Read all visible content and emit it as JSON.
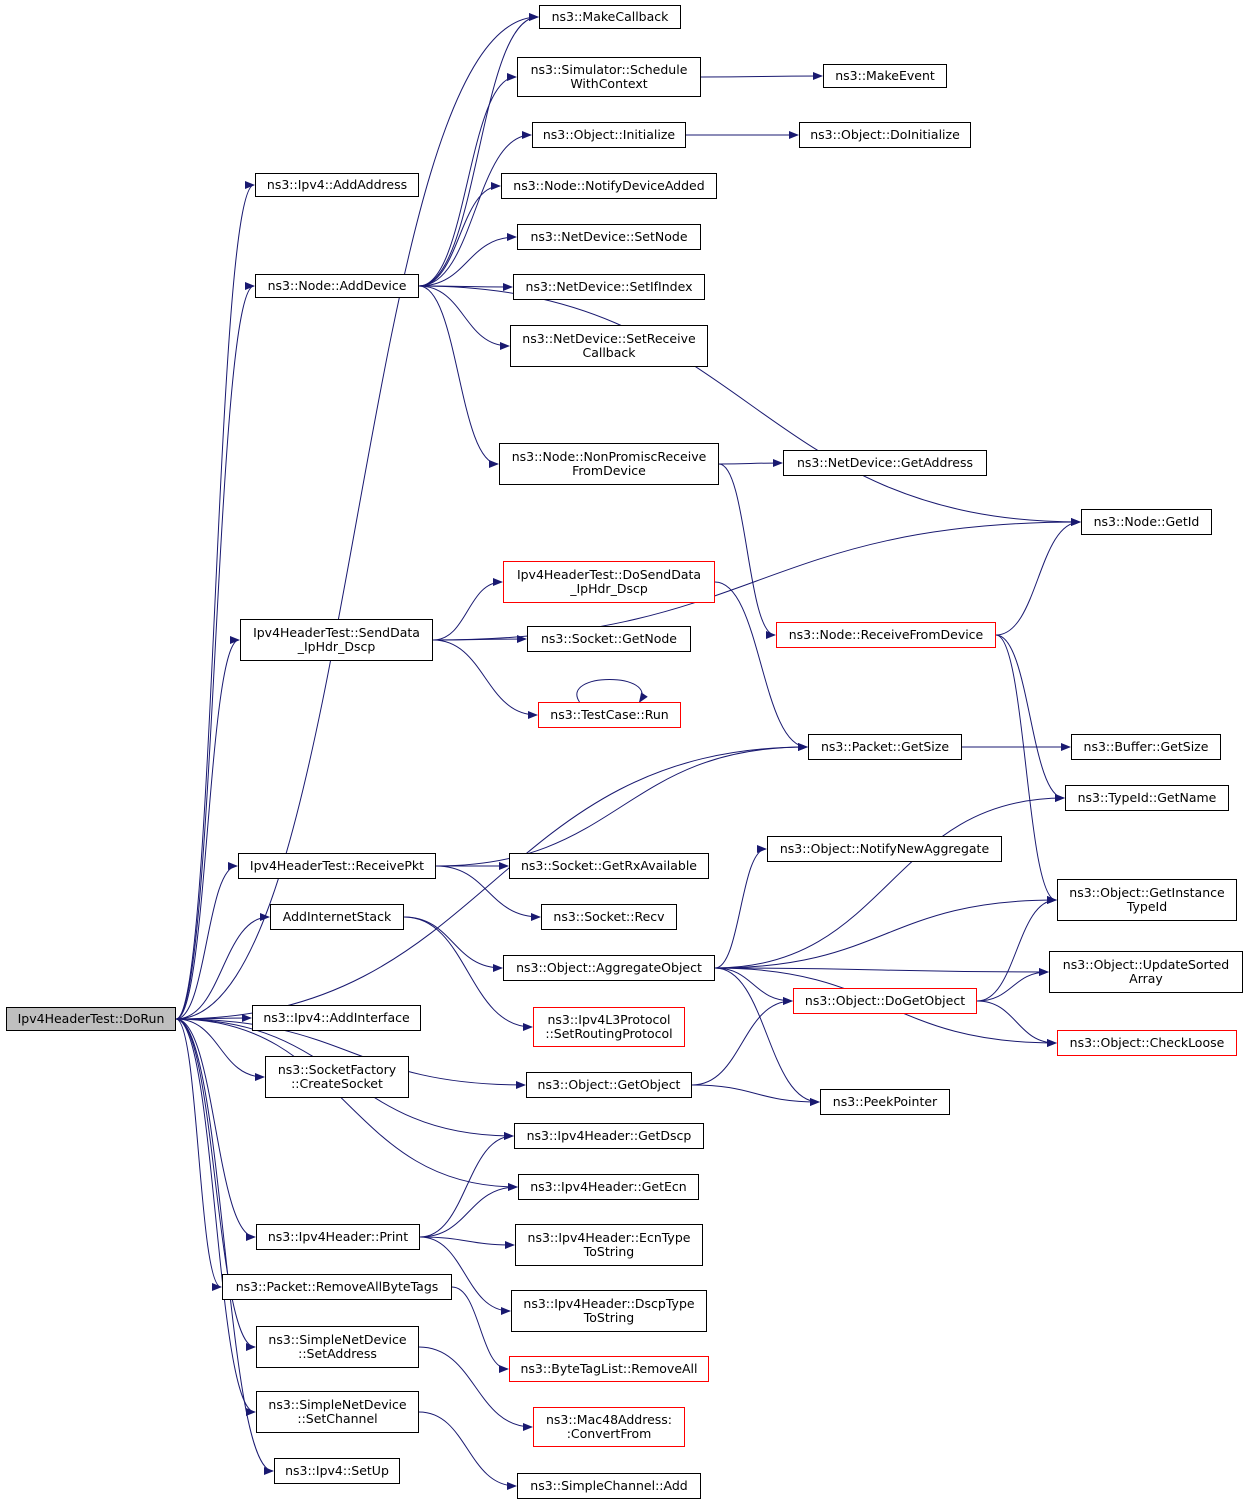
{
  "colors": {
    "edge": "#191970",
    "box_border": "#000000",
    "incomplete_border": "#ff0000",
    "root_fill": "#bfbfbf"
  },
  "nodes": {
    "root": "Ipv4HeaderTest::DoRun",
    "ipv4_addaddress": "ns3::Ipv4::AddAddress",
    "node_adddevice": "ns3::Node::AddDevice",
    "makecallback": "ns3::MakeCallback",
    "schedule_with_context": "ns3::Simulator::Schedule\nWithContext",
    "makeevent": "ns3::MakeEvent",
    "object_initialize": "ns3::Object::Initialize",
    "object_doinitialize": "ns3::Object::DoInitialize",
    "notify_device_added": "ns3::Node::NotifyDeviceAdded",
    "netdevice_setnode": "ns3::NetDevice::SetNode",
    "netdevice_setifindex": "ns3::NetDevice::SetIfIndex",
    "netdevice_setreceivecallback": "ns3::NetDevice::SetReceive\nCallback",
    "nonpromisc_receive": "ns3::Node::NonPromiscReceive\nFromDevice",
    "netdevice_getaddress": "ns3::NetDevice::GetAddress",
    "node_getid": "ns3::Node::GetId",
    "senddata": "Ipv4HeaderTest::SendData\n_IpHdr_Dscp",
    "dosenddata": "Ipv4HeaderTest::DoSendData\n_IpHdr_Dscp",
    "socket_getnode": "ns3::Socket::GetNode",
    "testcase_run": "ns3::TestCase::Run",
    "receive_from_device": "ns3::Node::ReceiveFromDevice",
    "packet_getsize": "ns3::Packet::GetSize",
    "buffer_getsize": "ns3::Buffer::GetSize",
    "typeid_getname": "ns3::TypeId::GetName",
    "receivepkt": "Ipv4HeaderTest::ReceivePkt",
    "socket_getrxavailable": "ns3::Socket::GetRxAvailable",
    "socket_recv": "ns3::Socket::Recv",
    "notify_new_aggregate": "ns3::Object::NotifyNewAggregate",
    "get_instance_typeid": "ns3::Object::GetInstance\nTypeId",
    "addinternetstack": "AddInternetStack",
    "aggregate_object": "ns3::Object::AggregateObject",
    "update_sorted_array": "ns3::Object::UpdateSorted\nArray",
    "dogetobject": "ns3::Object::DoGetObject",
    "set_routing_protocol": "ns3::Ipv4L3Protocol\n::SetRoutingProtocol",
    "check_loose": "ns3::Object::CheckLoose",
    "ipv4_addinterface": "ns3::Ipv4::AddInterface",
    "socketfactory_createsocket": "ns3::SocketFactory\n::CreateSocket",
    "object_getobject": "ns3::Object::GetObject",
    "peekpointer": "ns3::PeekPointer",
    "ipv4header_getdscp": "ns3::Ipv4Header::GetDscp",
    "ipv4header_getecn": "ns3::Ipv4Header::GetEcn",
    "ipv4header_print": "ns3::Ipv4Header::Print",
    "ecntype_tostring": "ns3::Ipv4Header::EcnType\nToString",
    "packet_removeallbytetags": "ns3::Packet::RemoveAllByteTags",
    "dscptype_tostring": "ns3::Ipv4Header::DscpType\nToString",
    "simplenetdevice_setaddress": "ns3::SimpleNetDevice\n::SetAddress",
    "bytetaglist_removeall": "ns3::ByteTagList::RemoveAll",
    "mac48_convertfrom": "ns3::Mac48Address:\n:ConvertFrom",
    "simplenetdevice_setchannel": "ns3::SimpleNetDevice\n::SetChannel",
    "ipv4_setup": "ns3::Ipv4::SetUp",
    "simplechannel_add": "ns3::SimpleChannel::Add"
  },
  "incomplete_nodes": [
    "dosenddata",
    "testcase_run",
    "receive_from_device",
    "dogetobject",
    "set_routing_protocol",
    "check_loose",
    "bytetaglist_removeall",
    "mac48_convertfrom"
  ],
  "edges": [
    [
      "root",
      "ipv4_addaddress"
    ],
    [
      "root",
      "node_adddevice"
    ],
    [
      "root",
      "makecallback"
    ],
    [
      "root",
      "senddata"
    ],
    [
      "root",
      "packet_getsize"
    ],
    [
      "root",
      "receivepkt"
    ],
    [
      "root",
      "addinternetstack"
    ],
    [
      "root",
      "ipv4_addinterface"
    ],
    [
      "root",
      "socketfactory_createsocket"
    ],
    [
      "root",
      "object_getobject"
    ],
    [
      "root",
      "ipv4header_getdscp"
    ],
    [
      "root",
      "ipv4header_getecn"
    ],
    [
      "root",
      "ipv4header_print"
    ],
    [
      "root",
      "packet_removeallbytetags"
    ],
    [
      "root",
      "simplenetdevice_setaddress"
    ],
    [
      "root",
      "simplenetdevice_setchannel"
    ],
    [
      "root",
      "ipv4_setup"
    ],
    [
      "node_adddevice",
      "makecallback"
    ],
    [
      "node_adddevice",
      "schedule_with_context"
    ],
    [
      "node_adddevice",
      "object_initialize"
    ],
    [
      "node_adddevice",
      "notify_device_added"
    ],
    [
      "node_adddevice",
      "netdevice_setnode"
    ],
    [
      "node_adddevice",
      "netdevice_setifindex"
    ],
    [
      "node_adddevice",
      "netdevice_setreceivecallback"
    ],
    [
      "node_adddevice",
      "nonpromisc_receive"
    ],
    [
      "node_adddevice",
      "node_getid"
    ],
    [
      "schedule_with_context",
      "makeevent"
    ],
    [
      "object_initialize",
      "object_doinitialize"
    ],
    [
      "nonpromisc_receive",
      "netdevice_getaddress"
    ],
    [
      "nonpromisc_receive",
      "receive_from_device"
    ],
    [
      "senddata",
      "node_getid"
    ],
    [
      "senddata",
      "dosenddata"
    ],
    [
      "senddata",
      "socket_getnode"
    ],
    [
      "senddata",
      "testcase_run"
    ],
    [
      "testcase_run",
      "testcase_run"
    ],
    [
      "dosenddata",
      "packet_getsize"
    ],
    [
      "receive_from_device",
      "node_getid"
    ],
    [
      "receive_from_device",
      "typeid_getname"
    ],
    [
      "receive_from_device",
      "get_instance_typeid"
    ],
    [
      "packet_getsize",
      "buffer_getsize"
    ],
    [
      "receivepkt",
      "packet_getsize"
    ],
    [
      "receivepkt",
      "socket_getrxavailable"
    ],
    [
      "receivepkt",
      "socket_recv"
    ],
    [
      "addinternetstack",
      "aggregate_object"
    ],
    [
      "addinternetstack",
      "set_routing_protocol"
    ],
    [
      "aggregate_object",
      "typeid_getname"
    ],
    [
      "aggregate_object",
      "notify_new_aggregate"
    ],
    [
      "aggregate_object",
      "get_instance_typeid"
    ],
    [
      "aggregate_object",
      "update_sorted_array"
    ],
    [
      "aggregate_object",
      "dogetobject"
    ],
    [
      "aggregate_object",
      "check_loose"
    ],
    [
      "aggregate_object",
      "peekpointer"
    ],
    [
      "dogetobject",
      "get_instance_typeid"
    ],
    [
      "dogetobject",
      "update_sorted_array"
    ],
    [
      "dogetobject",
      "check_loose"
    ],
    [
      "object_getobject",
      "dogetobject"
    ],
    [
      "object_getobject",
      "peekpointer"
    ],
    [
      "ipv4header_print",
      "ipv4header_getdscp"
    ],
    [
      "ipv4header_print",
      "ipv4header_getecn"
    ],
    [
      "ipv4header_print",
      "ecntype_tostring"
    ],
    [
      "ipv4header_print",
      "dscptype_tostring"
    ],
    [
      "packet_removeallbytetags",
      "bytetaglist_removeall"
    ],
    [
      "simplenetdevice_setaddress",
      "mac48_convertfrom"
    ],
    [
      "simplenetdevice_setchannel",
      "simplechannel_add"
    ]
  ]
}
